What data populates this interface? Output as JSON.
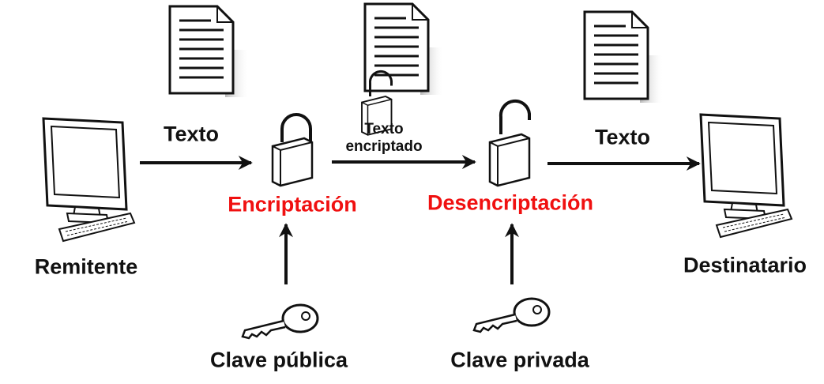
{
  "labels": {
    "sender": "Remitente",
    "recipient": "Destinatario",
    "plain_text_left": "Texto",
    "plain_text_right": "Texto",
    "cipher_text_line1": "Texto",
    "cipher_text_line2": "encriptado",
    "encryption": "Encriptación",
    "decryption": "Desencriptación",
    "public_key": "Clave pública",
    "private_key": "Clave privada"
  },
  "colors": {
    "accent_red": "#f01010",
    "ink": "#111111"
  }
}
